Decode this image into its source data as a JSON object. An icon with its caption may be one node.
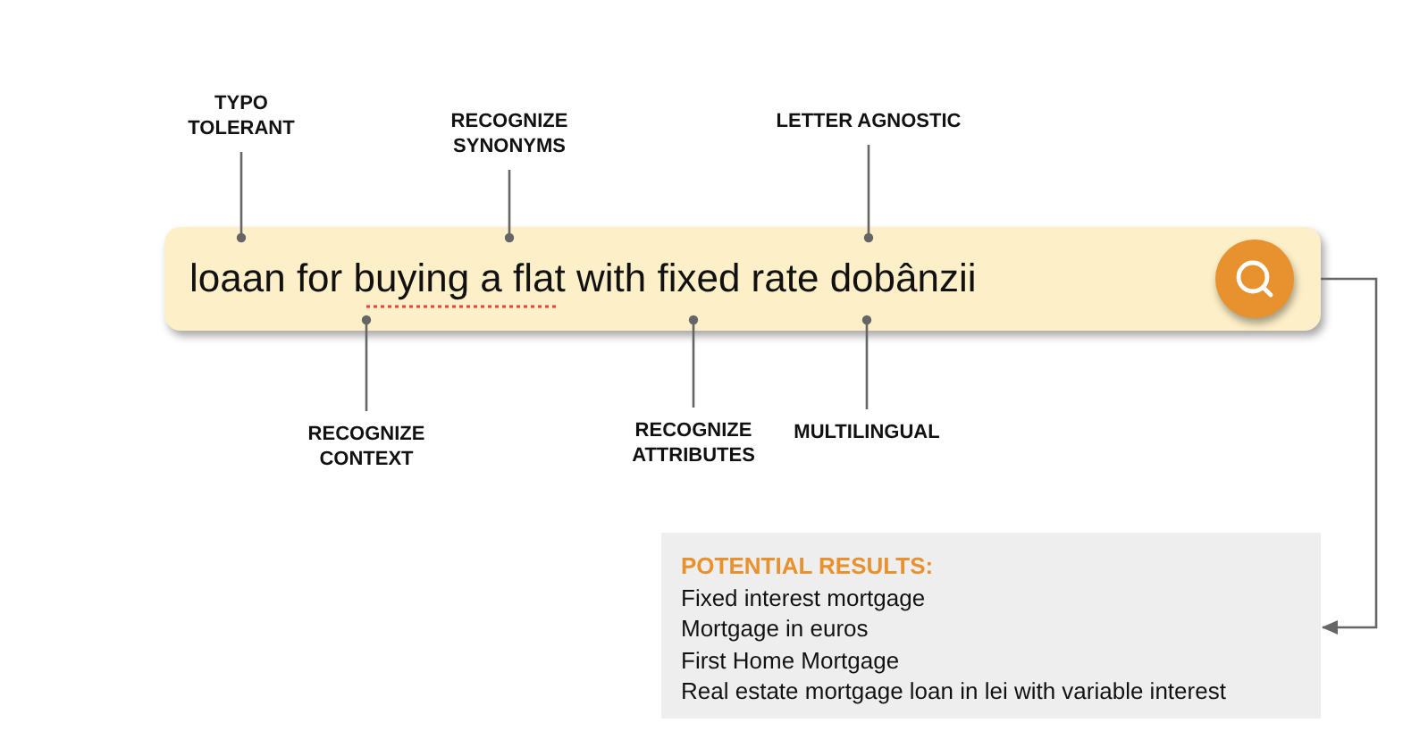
{
  "diagram": {
    "nodes": [
      {
        "text": [
          "TYPO TOLERANT"
        ]
      },
      {
        "text": [
          "RECOGNIZE SYNONYMS"
        ]
      },
      {
        "text": [
          "LETTER AGNOSTIC"
        ]
      },
      {
        "text": [
          "loaan for buying a flat with fixed rate dobânzii"
        ]
      },
      {
        "text": [
          "RECOGNIZE CONTEXT"
        ]
      },
      {
        "text": [
          "RECOGNIZE ATTRIBUTES"
        ]
      },
      {
        "text": [
          "MULTILINGUAL"
        ]
      },
      {
        "text": [
          "POTENTIAL RESULTS:",
          "Fixed interest mortgage",
          "Mortgage in euros",
          "First Home Mortgage",
          "Real estate mortgage loan in lei with variable interest"
        ]
      }
    ],
    "edges": [
      {
        "from": 0,
        "to": 3,
        "arrow": "other"
      },
      {
        "from": 1,
        "to": 3,
        "arrow": "other"
      },
      {
        "from": 2,
        "to": 3,
        "arrow": "other"
      },
      {
        "from": 4,
        "to": 3,
        "arrow": "other"
      },
      {
        "from": 5,
        "to": 3,
        "arrow": "other"
      },
      {
        "from": 6,
        "to": 3,
        "arrow": "other"
      },
      {
        "from": 3,
        "to": 7,
        "arrow": "to"
      }
    ]
  }
}
